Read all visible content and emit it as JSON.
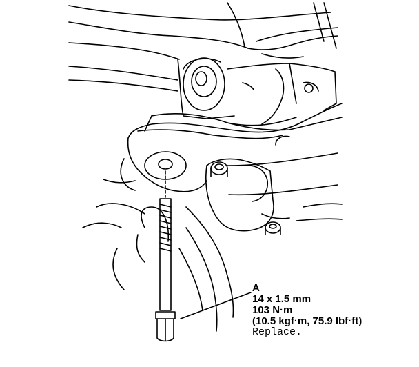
{
  "callout": {
    "label": "A",
    "size": "14 x 1.5 mm",
    "torque_nm": "103 N·m",
    "torque_alt": "(10.5 kgf·m, 75.9 lbf·ft)",
    "note": "Replace."
  },
  "colors": {
    "line": "#000000",
    "background": "#ffffff"
  }
}
